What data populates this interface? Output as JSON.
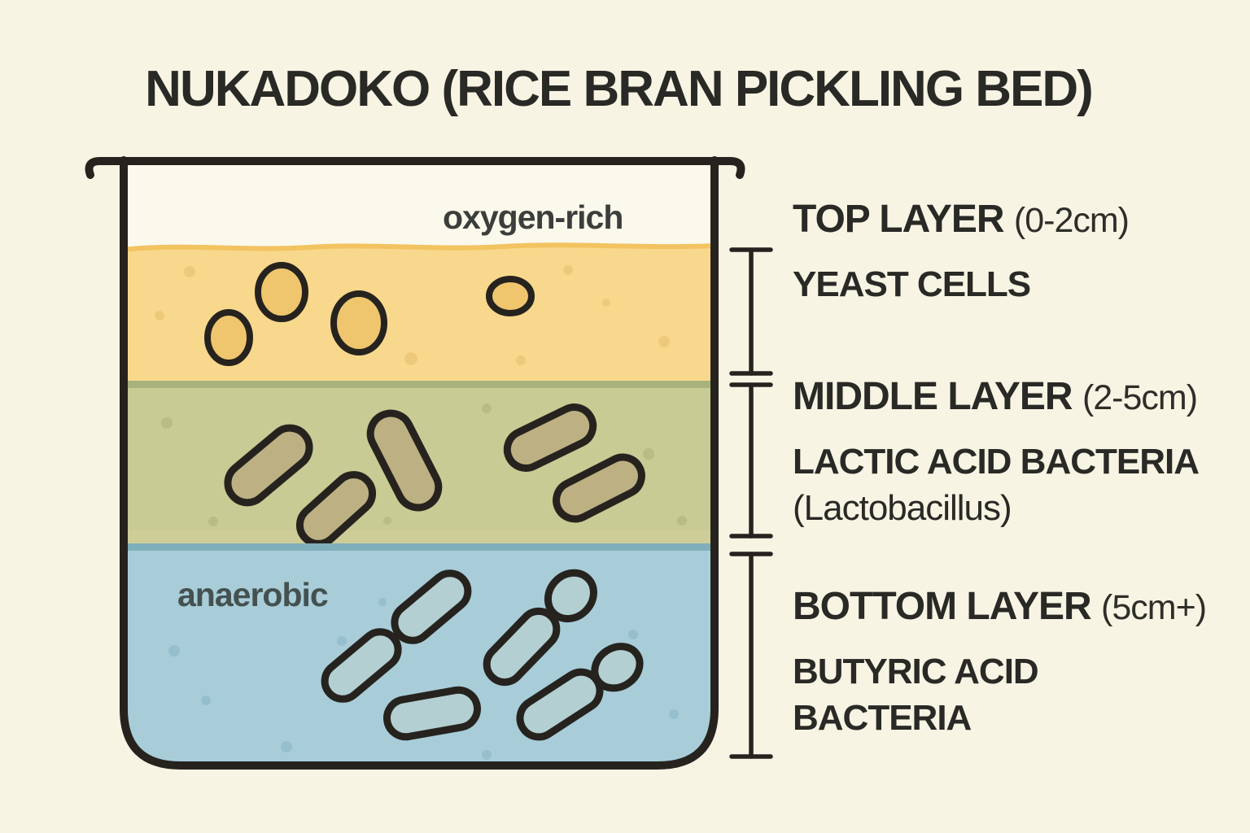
{
  "title": "NUKADOKO (RICE BRAN PICKLING BED)",
  "beaker": {
    "top_annotation": "oxygen-rich",
    "bottom_annotation": "anaerobic"
  },
  "legend": [
    {
      "name": "TOP LAYER",
      "range": "(0-2cm)",
      "lines": [
        "YEAST CELLS"
      ]
    },
    {
      "name": "MIDDLE LAYER",
      "range": "(2-5cm)",
      "lines": [
        "LACTIC ACID BACTERIA",
        "(Lactobacillus)"
      ]
    },
    {
      "name": "BOTTOM LAYER",
      "range": "(5cm+)",
      "lines": [
        "BUTYRIC ACID",
        "BACTERIA"
      ]
    }
  ],
  "colors": {
    "background": "#F8F4E4",
    "interior_bg": "#FBF8EC",
    "outline": "#26231F",
    "ink": "#292925",
    "ink_medium": "#2E2E29",
    "oxygen_ink": "#3B3E3B",
    "anaerobic_ink": "#44514F",
    "top_layer": "#F8D88C",
    "top_edge": "#F2C360",
    "yeast_fill": "#EFC66E",
    "middle_layer": "#C8CB93",
    "middle_edge": "#A9B27D",
    "middle_rod": "#BDB183",
    "bottom_layer": "#A8CDD9",
    "bottom_edge": "#7FAFBB",
    "bottom_chain": "#B3CFD2"
  }
}
